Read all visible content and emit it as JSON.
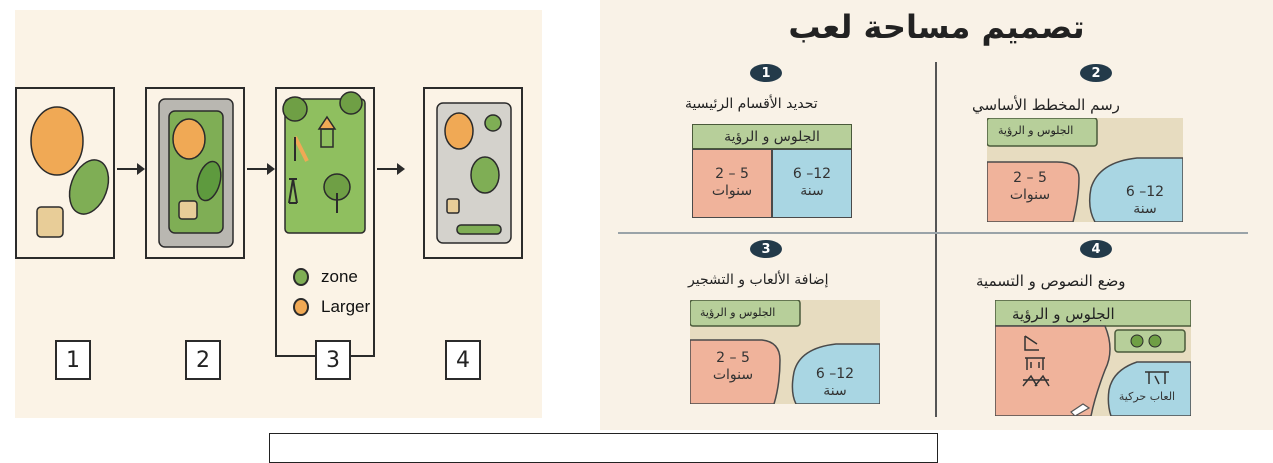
{
  "left_panel": {
    "steps": [
      {
        "number": "1"
      },
      {
        "number": "2"
      },
      {
        "number": "3"
      },
      {
        "number": "4"
      }
    ],
    "legend": [
      {
        "label": "zone",
        "color": "#7fae55"
      },
      {
        "label": "Larger",
        "color": "#f0a955"
      }
    ],
    "colors": {
      "green": "#7fae55",
      "orange": "#f0a955",
      "beige": "#e8cd98",
      "grey": "#b9b7b1"
    }
  },
  "right_panel": {
    "title": "تصميم مساحة لعب",
    "steps": [
      {
        "number": "1",
        "caption": "تحديد الأقسام الرئيسية",
        "seating": "الجلوس و الرؤية",
        "zone_a": [
          "2 – 5",
          "سنوات"
        ],
        "zone_b": [
          "6 –12",
          "سنة"
        ]
      },
      {
        "number": "2",
        "caption": "رسم المخطط الأساسي",
        "seating": "الجلوس و الرؤية",
        "zone_a": [
          "2 – 5",
          "سنوات"
        ],
        "zone_b": [
          "6 –12",
          "سنة"
        ]
      },
      {
        "number": "3",
        "caption": "إضافة الألعاب و التشجير",
        "seating": "الجلوس و الرؤية",
        "zone_a": [
          "2 – 5",
          "سنوات"
        ],
        "zone_b": [
          "6 –12",
          "سنة"
        ]
      },
      {
        "number": "4",
        "caption": "وضع النصوص و التسمية",
        "seating": "الجلوس و الرؤية",
        "zone_b": [
          "العاب حركية"
        ]
      }
    ],
    "colors": {
      "seating": "#b7cf9a",
      "young": "#f0b39b",
      "older": "#a9d6e3",
      "path": "#e7dcc0"
    }
  }
}
